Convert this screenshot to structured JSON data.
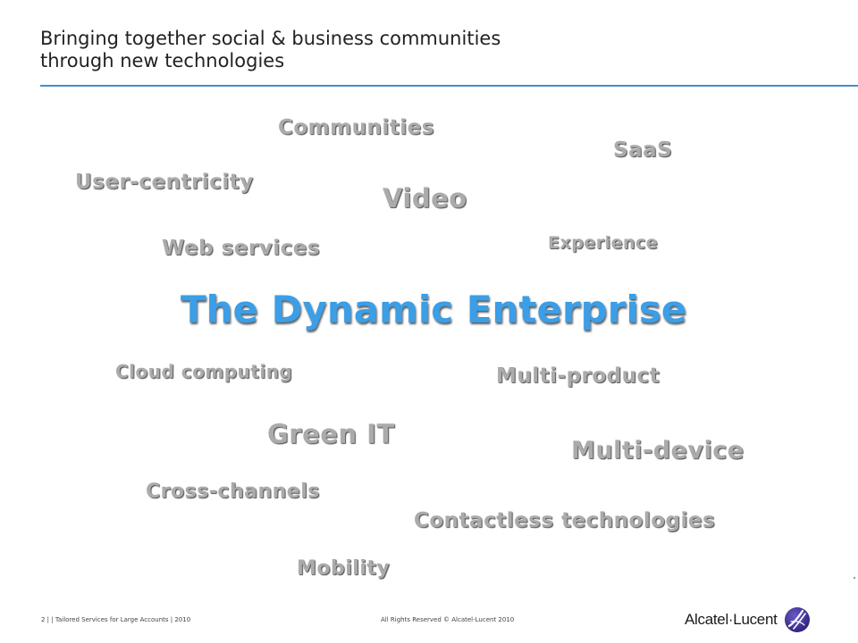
{
  "slide": {
    "title_line1": "Bringing together social & business communities",
    "title_line2": "through new technologies",
    "headline": "The Dynamic Enterprise",
    "words": {
      "communities": "Communities",
      "saas": "SaaS",
      "user_centricity": "User-centricity",
      "video": "Video",
      "experience": "Experience",
      "web_services": "Web services",
      "cloud_computing": "Cloud computing",
      "multi_product": "Multi-product",
      "green_it": "Green IT",
      "multi_device": "Multi-device",
      "cross_channels": "Cross-channels",
      "contactless": "Contactless technologies",
      "mobility": "Mobility"
    }
  },
  "footer": {
    "left": "2  |  |  Tailored Services for Large Accounts  |  2010",
    "center": "All Rights Reserved © Alcatel-Lucent 2010",
    "logo_text": "Alcatel·Lucent",
    "logo_icon": "alcatel-lucent-swirl-icon"
  },
  "colors": {
    "accent": "#3f8fd0",
    "headline": "#3b9ee6",
    "word_gray": "#ababab",
    "logo_mark": "#3d2f8f"
  }
}
